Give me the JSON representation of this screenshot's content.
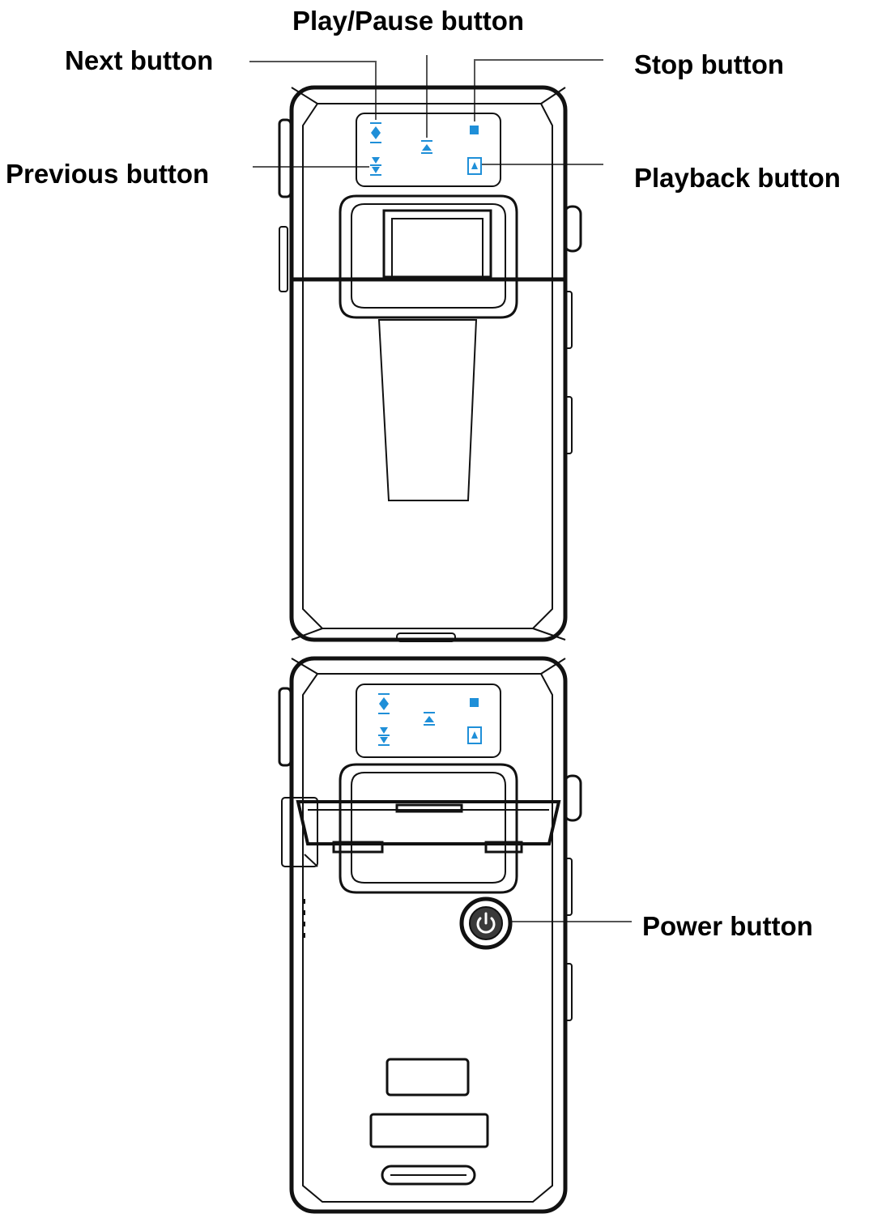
{
  "labels": {
    "play_pause": "Play/Pause button",
    "next": "Next button",
    "stop": "Stop button",
    "previous": "Previous button",
    "playback": "Playback button",
    "power": "Power button"
  },
  "colors": {
    "outline": "#111111",
    "accent": "#1f8fd8",
    "power": "#3a3a3a",
    "leader": "#555555"
  },
  "icons": {
    "next": "next-icon",
    "previous": "previous-icon",
    "play_pause": "play-pause-icon",
    "stop": "stop-icon",
    "playback": "playback-icon",
    "power": "power-icon"
  }
}
